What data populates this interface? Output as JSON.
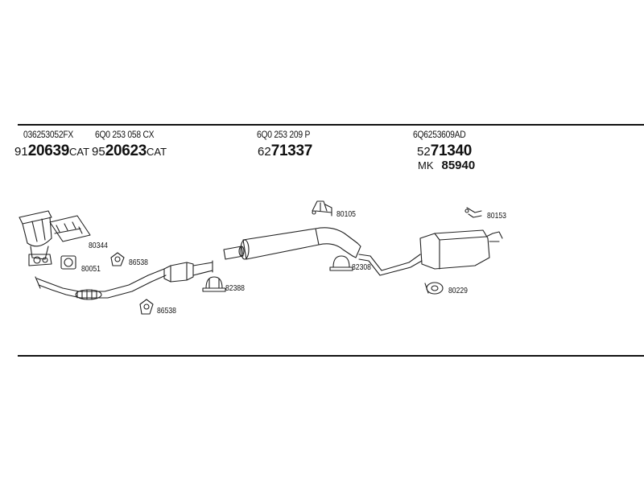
{
  "columns": [
    {
      "oe": "036253052FX",
      "prefix": "91",
      "number": "20639",
      "suffix": "CAT"
    },
    {
      "oe": "6Q0 253 058 CX",
      "prefix": "95",
      "number": "20623",
      "suffix": "CAT"
    },
    {
      "oe": "6Q0 253 209 P",
      "prefix": "62",
      "number": "71337",
      "suffix": ""
    },
    {
      "oe": "6Q6253609AD",
      "prefix": "52",
      "number": "71340",
      "suffix": ""
    }
  ],
  "mounting_kit": {
    "prefix": "MK",
    "number": "85940"
  },
  "refs": {
    "r80344": "80344",
    "r80051": "80051",
    "r86538a": "86538",
    "r86538b": "86538",
    "r82388": "82388",
    "r80105": "80105",
    "r82308": "82308",
    "r80153": "80153",
    "r80229": "80229"
  }
}
